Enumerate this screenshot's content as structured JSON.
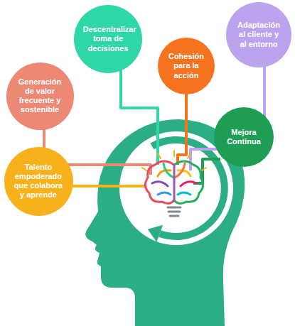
{
  "diagram": {
    "nodes": [
      {
        "text": [
          "Adaptación al cliente y al entorno"
        ]
      },
      {
        "text": [
          "Descentralizar toma de decisiones"
        ]
      },
      {
        "text": [
          "Cohesión para la acción"
        ]
      },
      {
        "text": [
          "Generación de valor frecuente y sostenible"
        ]
      },
      {
        "text": [
          "Mejora Continua"
        ]
      },
      {
        "text": [
          "Talento empoderado que colabora y aprende"
        ]
      }
    ]
  }
}
